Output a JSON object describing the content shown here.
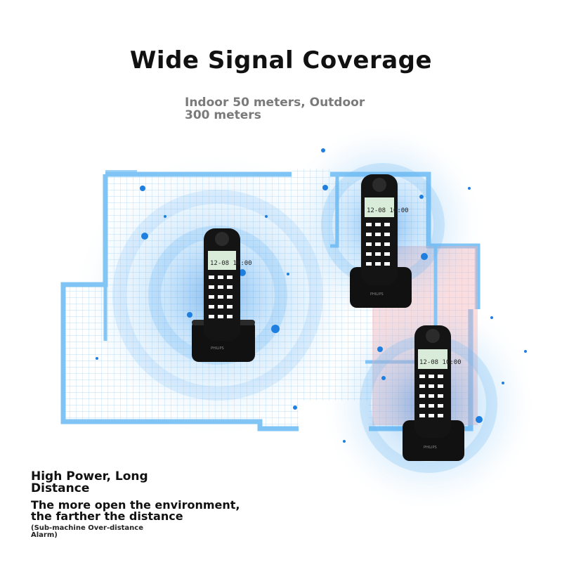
{
  "header": {
    "title": "Wide Signal Coverage",
    "subtitle": "Indoor 50 meters, Outdoor\n 300 meters"
  },
  "handsets": [
    {
      "time": "12-08  10:00",
      "brand": "PHILIPS"
    },
    {
      "time": "12-08  10:00",
      "brand": "PHILIPS"
    },
    {
      "time": "12-08  10:00",
      "brand": "PHILIPS"
    }
  ],
  "footer": {
    "heading": "High Power, Long\n Distance",
    "body": "The more open the environment,\n the farther the distance",
    "note": "(Sub-machine Over-distance\n Alarm)"
  },
  "colors": {
    "signal": "#1e7fe0",
    "floorplan": "#7fc4f5",
    "alarm_zone": "#f4b3b8",
    "phone_body": "#111111"
  }
}
